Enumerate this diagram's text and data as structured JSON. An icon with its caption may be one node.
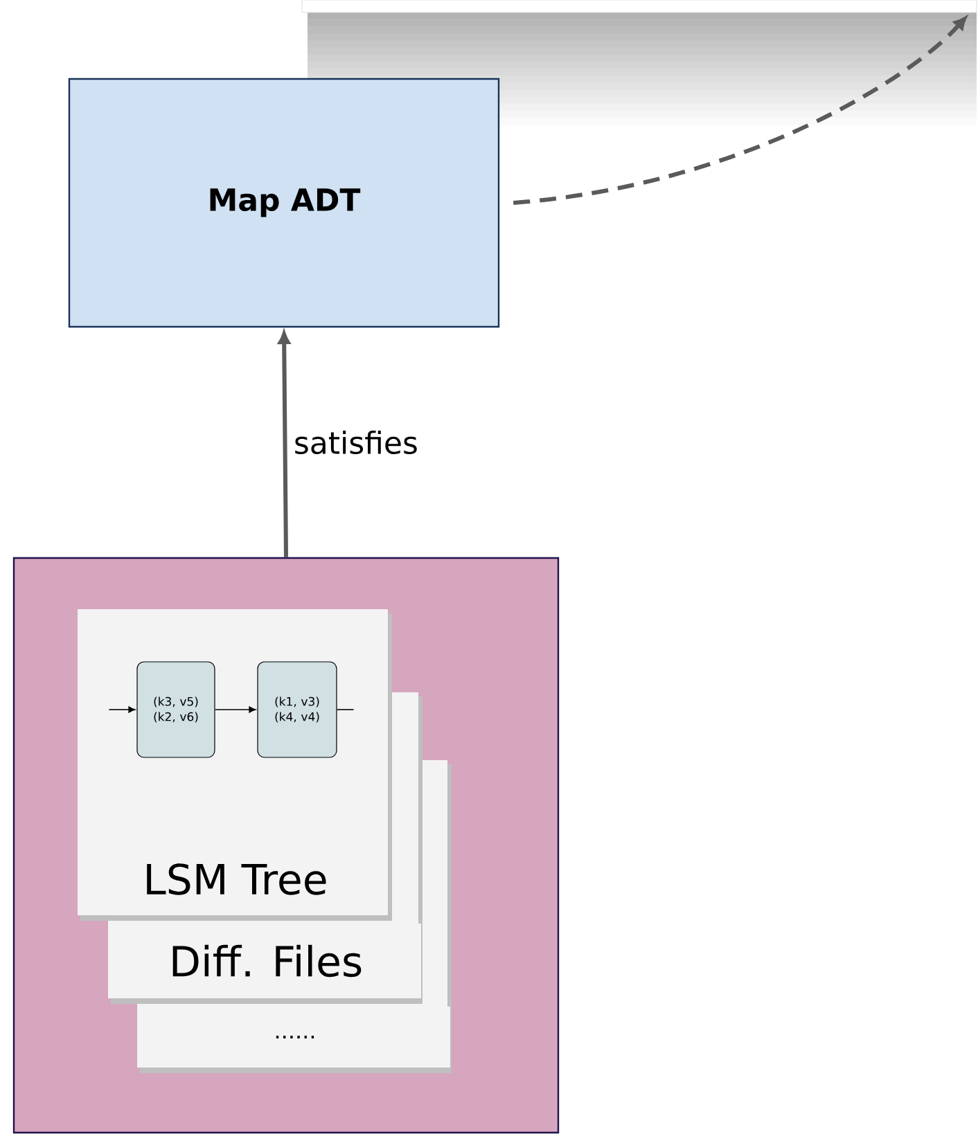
{
  "diagram": {
    "nodes": [
      {
        "text": [],
        "shape": "box"
      },
      {
        "text": [
          "Map ADT"
        ]
      },
      {
        "text": [],
        "shape": "box"
      },
      {
        "text": [
          "LSM Tree"
        ],
        "in": 2
      },
      {
        "text": [
          "(k3, v5) (k2, v6)"
        ],
        "in": 3
      },
      {
        "text": [
          "(k1, v3) (k4, v4)"
        ],
        "in": 3
      },
      {
        "text": [
          "Diff. Files"
        ],
        "in": 2
      },
      {
        "text": [
          "......"
        ],
        "in": 2
      }
    ],
    "edges": [
      {
        "from": 1,
        "to": 0,
        "arrow": "to",
        "style": "dashed",
        "color": "#5a5a5a"
      },
      {
        "from": 2,
        "to": 1,
        "arrow": "to",
        "label": "satisfies",
        "style": "thick",
        "color": "#5a5a5a"
      },
      {
        "from": null,
        "to": 4,
        "arrow": "to"
      },
      {
        "from": 4,
        "to": 5,
        "arrow": "to"
      },
      {
        "from": 5,
        "to": null,
        "arrow": "none"
      }
    ]
  }
}
